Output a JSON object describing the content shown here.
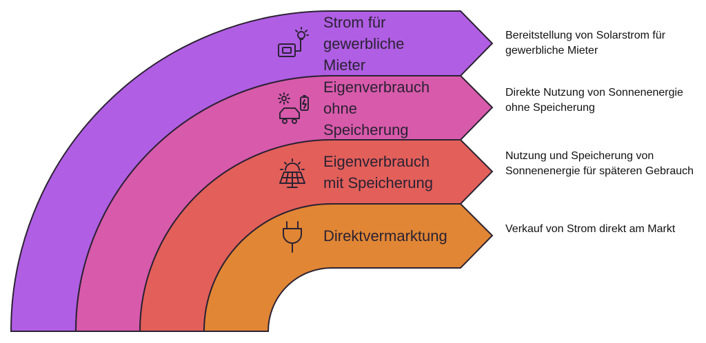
{
  "colors": {
    "band_1": "#b05ee4",
    "band_2": "#d85aab",
    "band_3": "#e35f5a",
    "band_4": "#e18634",
    "outline": "#2b2233",
    "text": "#2b2233"
  },
  "bands": [
    {
      "label_lines": [
        "Strom für",
        "gewerbliche",
        "Mieter"
      ],
      "icon": "generator-lightbulb-icon",
      "description": "Bereitstellung von Solarstrom für gewerbliche Mieter"
    },
    {
      "label_lines": [
        "Eigenverbrauch",
        "ohne",
        "Speicherung"
      ],
      "icon": "sun-car-battery-icon",
      "description": "Direkte Nutzung von Sonnenenergie ohne Speicherung"
    },
    {
      "label_lines": [
        "Eigenverbrauch",
        "mit Speicherung"
      ],
      "icon": "solar-panel-sun-icon",
      "description": "Nutzung und Speicherung von Sonnenenergie für späteren Gebrauch"
    },
    {
      "label_lines": [
        "Direktvermarktung"
      ],
      "icon": "plug-icon",
      "description": "Verkauf von Strom direkt am Markt"
    }
  ]
}
